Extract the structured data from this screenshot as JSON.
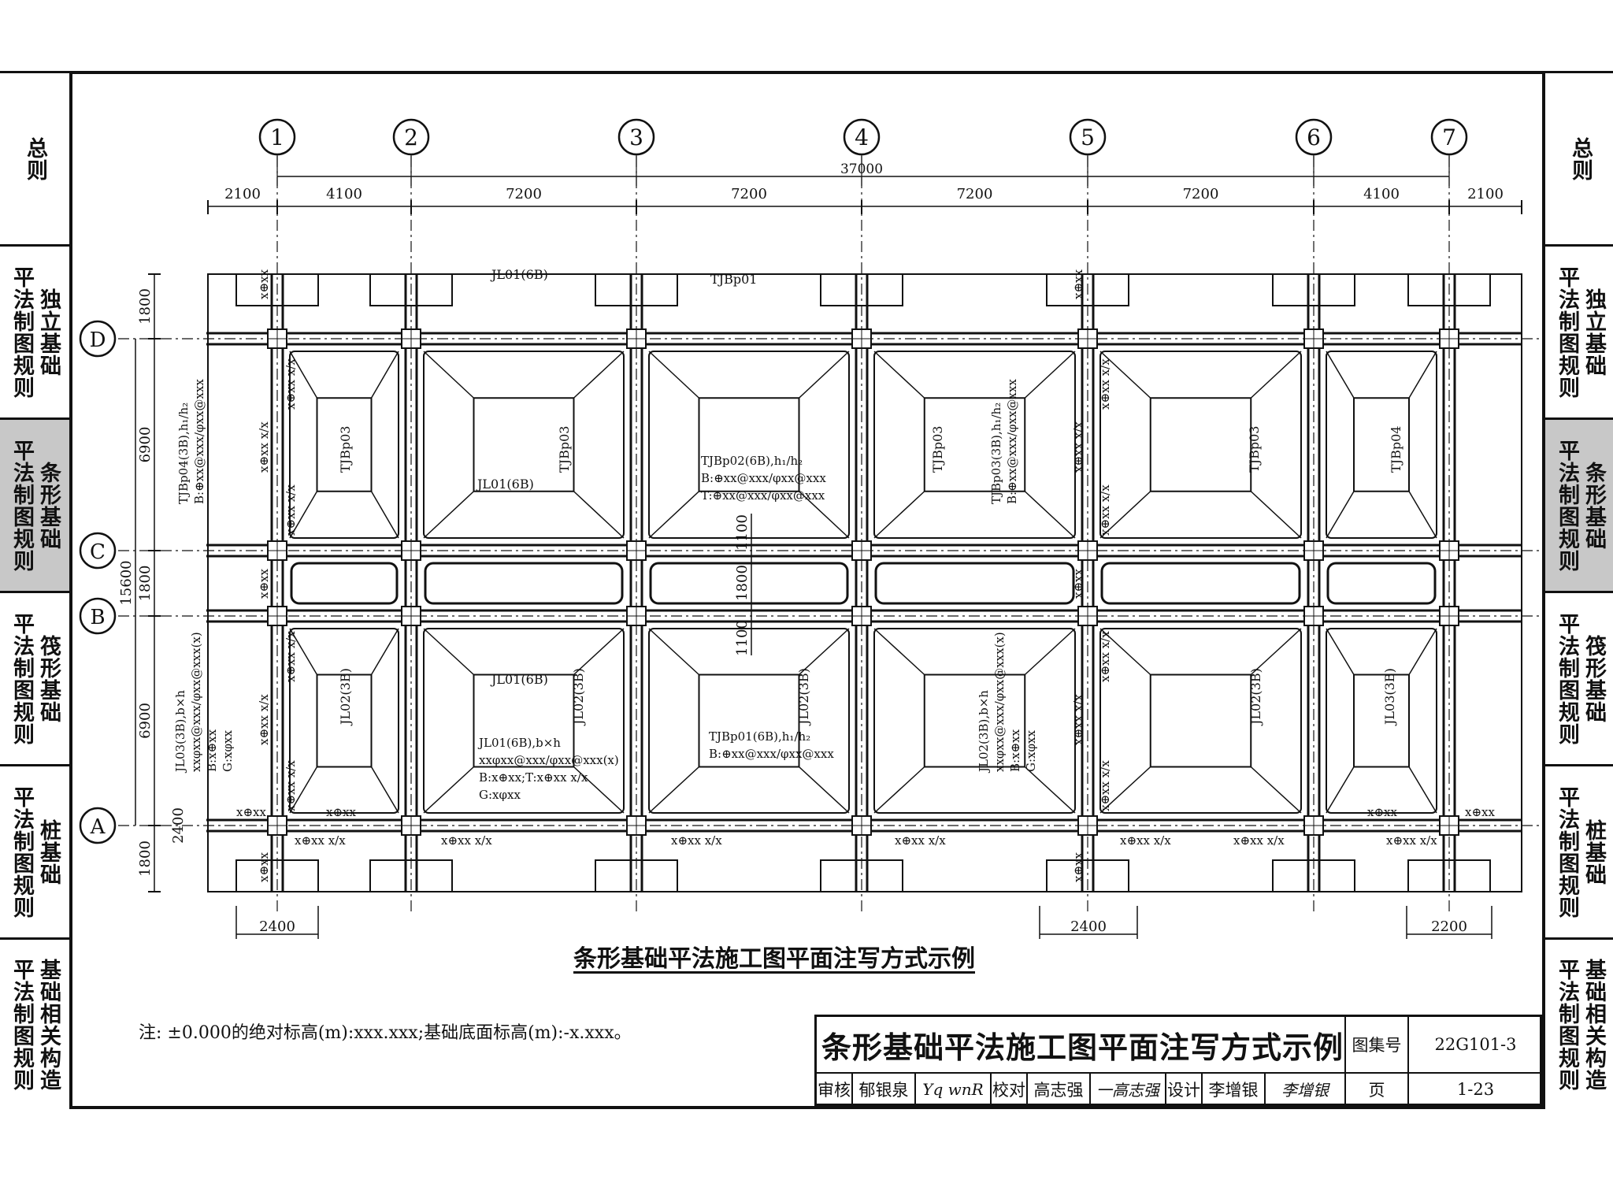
{
  "left_tabs": [
    {
      "cols": [
        "总则"
      ],
      "active": false
    },
    {
      "cols": [
        "平法制图规则",
        "独立基础"
      ],
      "active": false
    },
    {
      "cols": [
        "平法制图规则",
        "条形基础"
      ],
      "active": true
    },
    {
      "cols": [
        "平法制图规则",
        "筏形基础"
      ],
      "active": false
    },
    {
      "cols": [
        "平法制图规则",
        "桩基础"
      ],
      "active": false
    },
    {
      "cols": [
        "平法制图规则",
        "基础相关构造"
      ],
      "active": false
    }
  ],
  "right_tabs": [
    {
      "cols": [
        "总则"
      ],
      "active": false
    },
    {
      "cols": [
        "平法制图规则",
        "独立基础"
      ],
      "active": false
    },
    {
      "cols": [
        "平法制图规则",
        "条形基础"
      ],
      "active": true
    },
    {
      "cols": [
        "平法制图规则",
        "筏形基础"
      ],
      "active": false
    },
    {
      "cols": [
        "平法制图规则",
        "桩基础"
      ],
      "active": false
    },
    {
      "cols": [
        "平法制图规则",
        "基础相关构造"
      ],
      "active": false
    }
  ],
  "drawing": {
    "axes_x": [
      "1",
      "2",
      "3",
      "4",
      "5",
      "6",
      "7"
    ],
    "axes_y": [
      "D",
      "C",
      "B",
      "A"
    ],
    "total_width": "37000",
    "top_dims": [
      "2100",
      "4100",
      "7200",
      "7200",
      "7200",
      "7200",
      "4100",
      "2100"
    ],
    "left_dims": [
      "1800",
      "6900",
      "1800",
      "6900",
      "1800"
    ],
    "left_total": "15600",
    "left_small": "2400",
    "bottom_dims": [
      "2400",
      "2400",
      "2200"
    ],
    "mid_dims": [
      "1100",
      "1800",
      "1100"
    ],
    "labels": {
      "jl01_top": "JL01(6B)",
      "tjbp01_top": "TJBp01",
      "jl01_mid": "JL01(6B)",
      "jl01_low": "JL01(6B)",
      "tjbp03_a": "TJBp03",
      "tjbp03_b": "TJBp03",
      "tjbp03_c": "TJBp03",
      "tjbp03_d": "TJBp03",
      "tjbp04": "TJBp04",
      "tjbp04_ann_1": "TJBp04(3B),h₁/h₂",
      "tjbp04_ann_2": "B:⊕xx@xxx/φxx@xxx",
      "tjbp03_ann_1": "TJBp03(3B),h₁/h₂",
      "tjbp03_ann_2": "B:⊕xx@xxx/φxx@xxx",
      "tjbp02_ann_1": "TJBp02(6B),h₁/h₂",
      "tjbp02_ann_2": "B:⊕xx@xxx/φxx@xxx",
      "tjbp02_ann_3": "T:⊕xx@xxx/φxx@xxx",
      "jl02_a": "JL02(3B)",
      "jl02_b": "JL02(3B)",
      "jl02_c": "JL02(3B)",
      "jl02_d": "JL02(3B)",
      "jl03": "JL03(3B)",
      "jl03_ann_1": "JL03(3B),b×h",
      "jl03_ann_2": "xxφxx@xxx/φxx@xxx(x)",
      "jl03_ann_3": "B:x⊕xx",
      "jl03_ann_4": "G:xφxx",
      "jl02_ann_1": "JL02(3B),b×h",
      "jl02_ann_2": "xxφxx@xxx/φxx@xxx(x)",
      "jl02_ann_3": "B:x⊕xx",
      "jl02_ann_4": "G:xφxx",
      "jl01_ann_1": "JL01(6B),b×h",
      "jl01_ann_2": "xxφxx@xxx/φxx@xxx(x)",
      "jl01_ann_3": "B:x⊕xx;T:x⊕xx x/x",
      "jl01_ann_4": "G:xφxx",
      "tjbp01_ann_1": "TJBp01(6B),h₁/h₂",
      "tjbp01_ann_2": "B:⊕xx@xxx/φxx@xxx",
      "bar_xx": "x⊕xx",
      "bar_xx_xx": "x⊕xx x/x"
    }
  },
  "title": "条形基础平法施工图平面注写方式示例",
  "note": "注: ±0.000的绝对标高(m):xxx.xxx;基础底面标高(m):-x.xxx。",
  "title_block": {
    "title": "条形基础平法施工图平面注写方式示例",
    "atlas_label": "图集号",
    "atlas_no": "22G101-3",
    "review_label": "审核",
    "reviewer": "郁银泉",
    "check_label": "校对",
    "checker": "高志强",
    "design_label": "设计",
    "designer": "李增银",
    "page_label": "页",
    "page_no": "1-23"
  }
}
